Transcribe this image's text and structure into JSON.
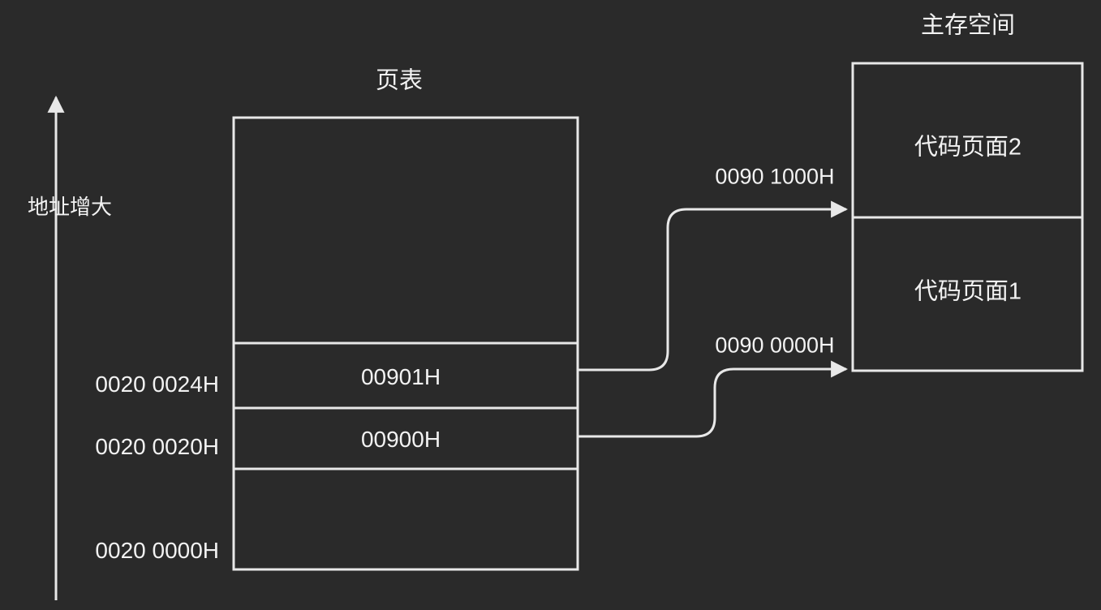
{
  "diagram": {
    "background_color": "#2a2a2a",
    "stroke_color": "#e8e8e8",
    "text_color": "#f2f2f2"
  },
  "axis": {
    "label": "地址增大",
    "direction": "up",
    "arrow_icon": "arrow-up-icon"
  },
  "page_table": {
    "title": "页表",
    "address_labels": [
      {
        "text": "0020 0024H"
      },
      {
        "text": "0020 0020H"
      },
      {
        "text": "0020 0000H"
      }
    ],
    "rows": [
      {
        "value": ""
      },
      {
        "value": "00901H"
      },
      {
        "value": "00900H"
      },
      {
        "value": ""
      }
    ]
  },
  "main_memory": {
    "title": "主存空间",
    "pages": [
      {
        "label": "代码页面2"
      },
      {
        "label": "代码页面1"
      }
    ]
  },
  "connectors": [
    {
      "from_row": "00901H",
      "to_page": "代码页面2",
      "label": "0090 1000H",
      "arrow_icon": "arrow-right-icon"
    },
    {
      "from_row": "00900H",
      "to_page": "代码页面1",
      "label": "0090 0000H",
      "arrow_icon": "arrow-right-icon"
    }
  ]
}
